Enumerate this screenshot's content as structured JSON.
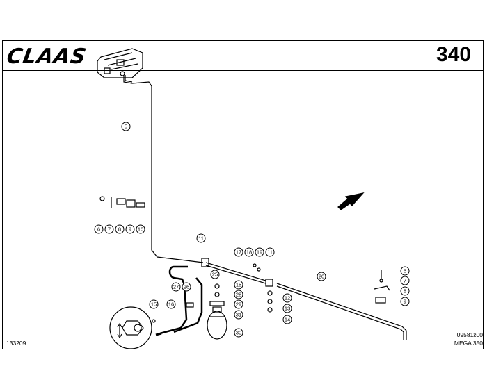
{
  "header": {
    "logo_text": "CLAAS",
    "page_number": "340"
  },
  "footer": {
    "left_code": "133209",
    "figure_code": "09581z00",
    "model": "MEGA 350"
  },
  "callouts": [
    "5",
    "6",
    "7",
    "8",
    "9",
    "10",
    "11",
    "17",
    "18",
    "19",
    "11",
    "20",
    "6",
    "7",
    "8",
    "9",
    "25",
    "15",
    "28",
    "29",
    "31",
    "30",
    "27",
    "26",
    "16",
    "15",
    "12",
    "13",
    "14"
  ]
}
